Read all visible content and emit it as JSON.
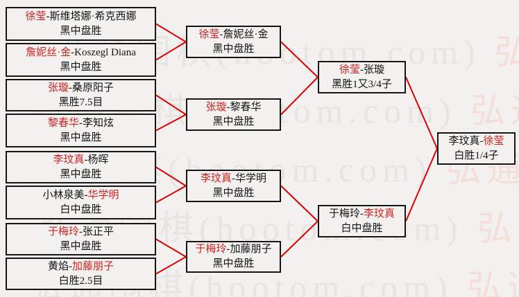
{
  "watermark": {
    "tile": "弘通围棋(hootom.com)"
  },
  "colors": {
    "background": "#f2f1ef",
    "box_border": "#151515",
    "connector_red": "#dd0000",
    "winner_red": "#cc2222",
    "text_black": "#141414",
    "watermark_gray": "#e7e5e2",
    "watermark_pink": "#f5ded9"
  },
  "bracket": {
    "round1": [
      {
        "seg1": "徐莹",
        "seg1_role": "winner",
        "seg2": "-斯维塔娜·希克西娜",
        "seg2_role": "loser",
        "result": "黑中盘胜"
      },
      {
        "seg1": "詹妮丝·金",
        "seg1_role": "winner",
        "seg2": "-Koszegl Diana",
        "seg2_role": "loser",
        "result": "黑中盘胜"
      },
      {
        "seg1": "张璇",
        "seg1_role": "winner",
        "seg2": "-桑原阳子",
        "seg2_role": "loser",
        "result": "黑胜7.5目"
      },
      {
        "seg1": "黎春华",
        "seg1_role": "winner",
        "seg2": "-李知炫",
        "seg2_role": "loser",
        "result": "黑中盘胜"
      },
      {
        "seg1": "李玟真",
        "seg1_role": "winner",
        "seg2": "-杨晖",
        "seg2_role": "loser",
        "result": "黑中盘胜"
      },
      {
        "seg1": "小林泉美-",
        "seg1_role": "loser",
        "seg2": "华学明",
        "seg2_role": "winner",
        "result": "白中盘胜"
      },
      {
        "seg1": "于梅玲",
        "seg1_role": "winner",
        "seg2": "-张正平",
        "seg2_role": "loser",
        "result": "黑中盘胜"
      },
      {
        "seg1": "黄焰-",
        "seg1_role": "loser",
        "seg2": "加藤朋子",
        "seg2_role": "winner",
        "result": "白胜2.5目"
      }
    ],
    "round2": [
      {
        "seg1": "徐莹",
        "seg1_role": "winner",
        "seg2": "-詹妮丝·金",
        "seg2_role": "loser",
        "result": "黑中盘胜"
      },
      {
        "seg1": "张璇",
        "seg1_role": "winner",
        "seg2": "-黎春华",
        "seg2_role": "loser",
        "result": "黑中盘胜"
      },
      {
        "seg1": "李玟真",
        "seg1_role": "winner",
        "seg2": "-华学明",
        "seg2_role": "loser",
        "result": "黑中盘胜"
      },
      {
        "seg1": "于梅玲",
        "seg1_role": "winner",
        "seg2": "-加藤朋子",
        "seg2_role": "loser",
        "result": "黑中盘胜"
      }
    ],
    "semifinals": [
      {
        "seg1": "徐莹",
        "seg1_role": "winner",
        "seg2": "-张璇",
        "seg2_role": "loser",
        "result": "黑胜1又3/4子"
      },
      {
        "seg1": "于梅玲-",
        "seg1_role": "loser",
        "seg2": "李玟真",
        "seg2_role": "winner",
        "result": "白中盘胜"
      }
    ],
    "final": [
      {
        "seg1": "李玟真-",
        "seg1_role": "loser",
        "seg2": "徐莹",
        "seg2_role": "winner",
        "result": "白胜1/4子"
      }
    ]
  }
}
